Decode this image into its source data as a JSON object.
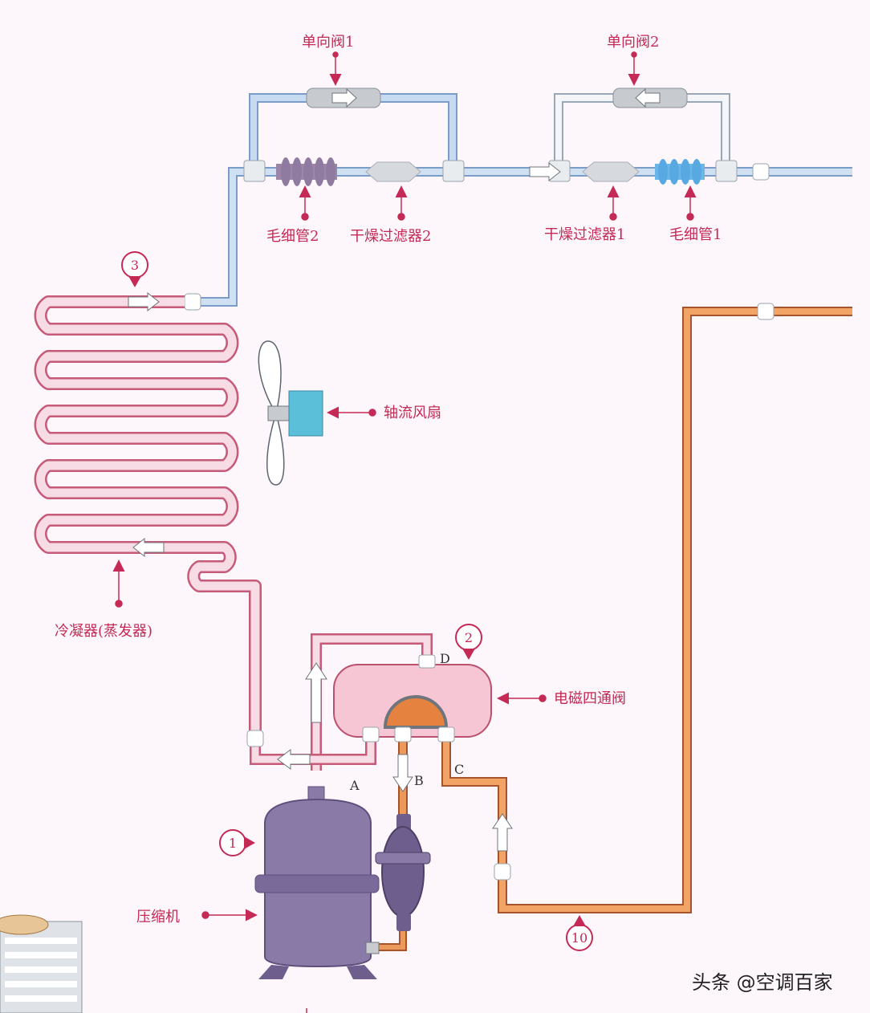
{
  "labels": {
    "check_valve_1": "单向阀1",
    "check_valve_2": "单向阀2",
    "capillary_2": "毛细管2",
    "filter_drier_2": "干燥过滤器2",
    "filter_drier_1": "干燥过滤器1",
    "capillary_1": "毛细管1",
    "axial_fan": "轴流风扇",
    "condenser": "冷凝器(蒸发器)",
    "four_way_valve": "电磁四通阀",
    "compressor": "压缩机"
  },
  "ports": {
    "A": "A",
    "B": "B",
    "C": "C",
    "D": "D"
  },
  "markers": {
    "m1": "1",
    "m2": "2",
    "m3": "3",
    "m10": "10"
  },
  "watermark": "头条 @空调百家",
  "colors": {
    "pipe_pink": "#f3cad6",
    "pipe_pink_dark": "#c65a78",
    "pipe_blue": "#b9d3ef",
    "pipe_orange": "#e98a3e",
    "label_red": "#c42a55",
    "compressor": "#8a7aa8",
    "fan_motor": "#5cbfd9"
  }
}
